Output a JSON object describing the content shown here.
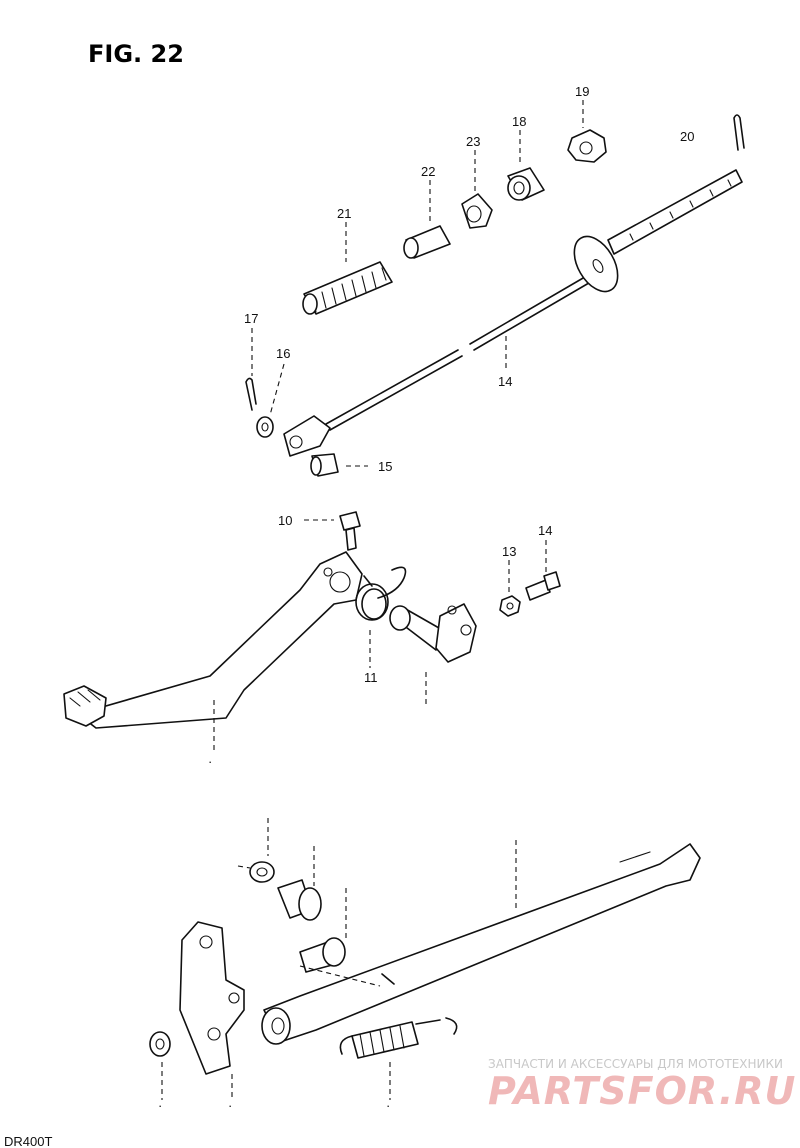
{
  "figure": {
    "title": "FIG. 22",
    "model_code": "DR400T"
  },
  "callouts": [
    {
      "id": "c19",
      "label": "19"
    },
    {
      "id": "c18",
      "label": "18"
    },
    {
      "id": "c23",
      "label": "23"
    },
    {
      "id": "c20",
      "label": "20"
    },
    {
      "id": "c22",
      "label": "22"
    },
    {
      "id": "c21",
      "label": "21"
    },
    {
      "id": "c17",
      "label": "17"
    },
    {
      "id": "c16",
      "label": "16"
    },
    {
      "id": "c14a",
      "label": "14"
    },
    {
      "id": "c15",
      "label": "15"
    },
    {
      "id": "c10",
      "label": "10"
    },
    {
      "id": "c13",
      "label": "13"
    },
    {
      "id": "c14b",
      "label": "14"
    },
    {
      "id": "c11",
      "label": "11"
    }
  ],
  "watermark": {
    "tagline": "ЗАПЧАСТИ И АКСЕССУАРЫ ДЛЯ МОТОТЕХНИКИ",
    "brand": "PARTSFOR.RU",
    "tagline_color": "#c8c8c8",
    "brand_color": "#f0b8b8"
  }
}
